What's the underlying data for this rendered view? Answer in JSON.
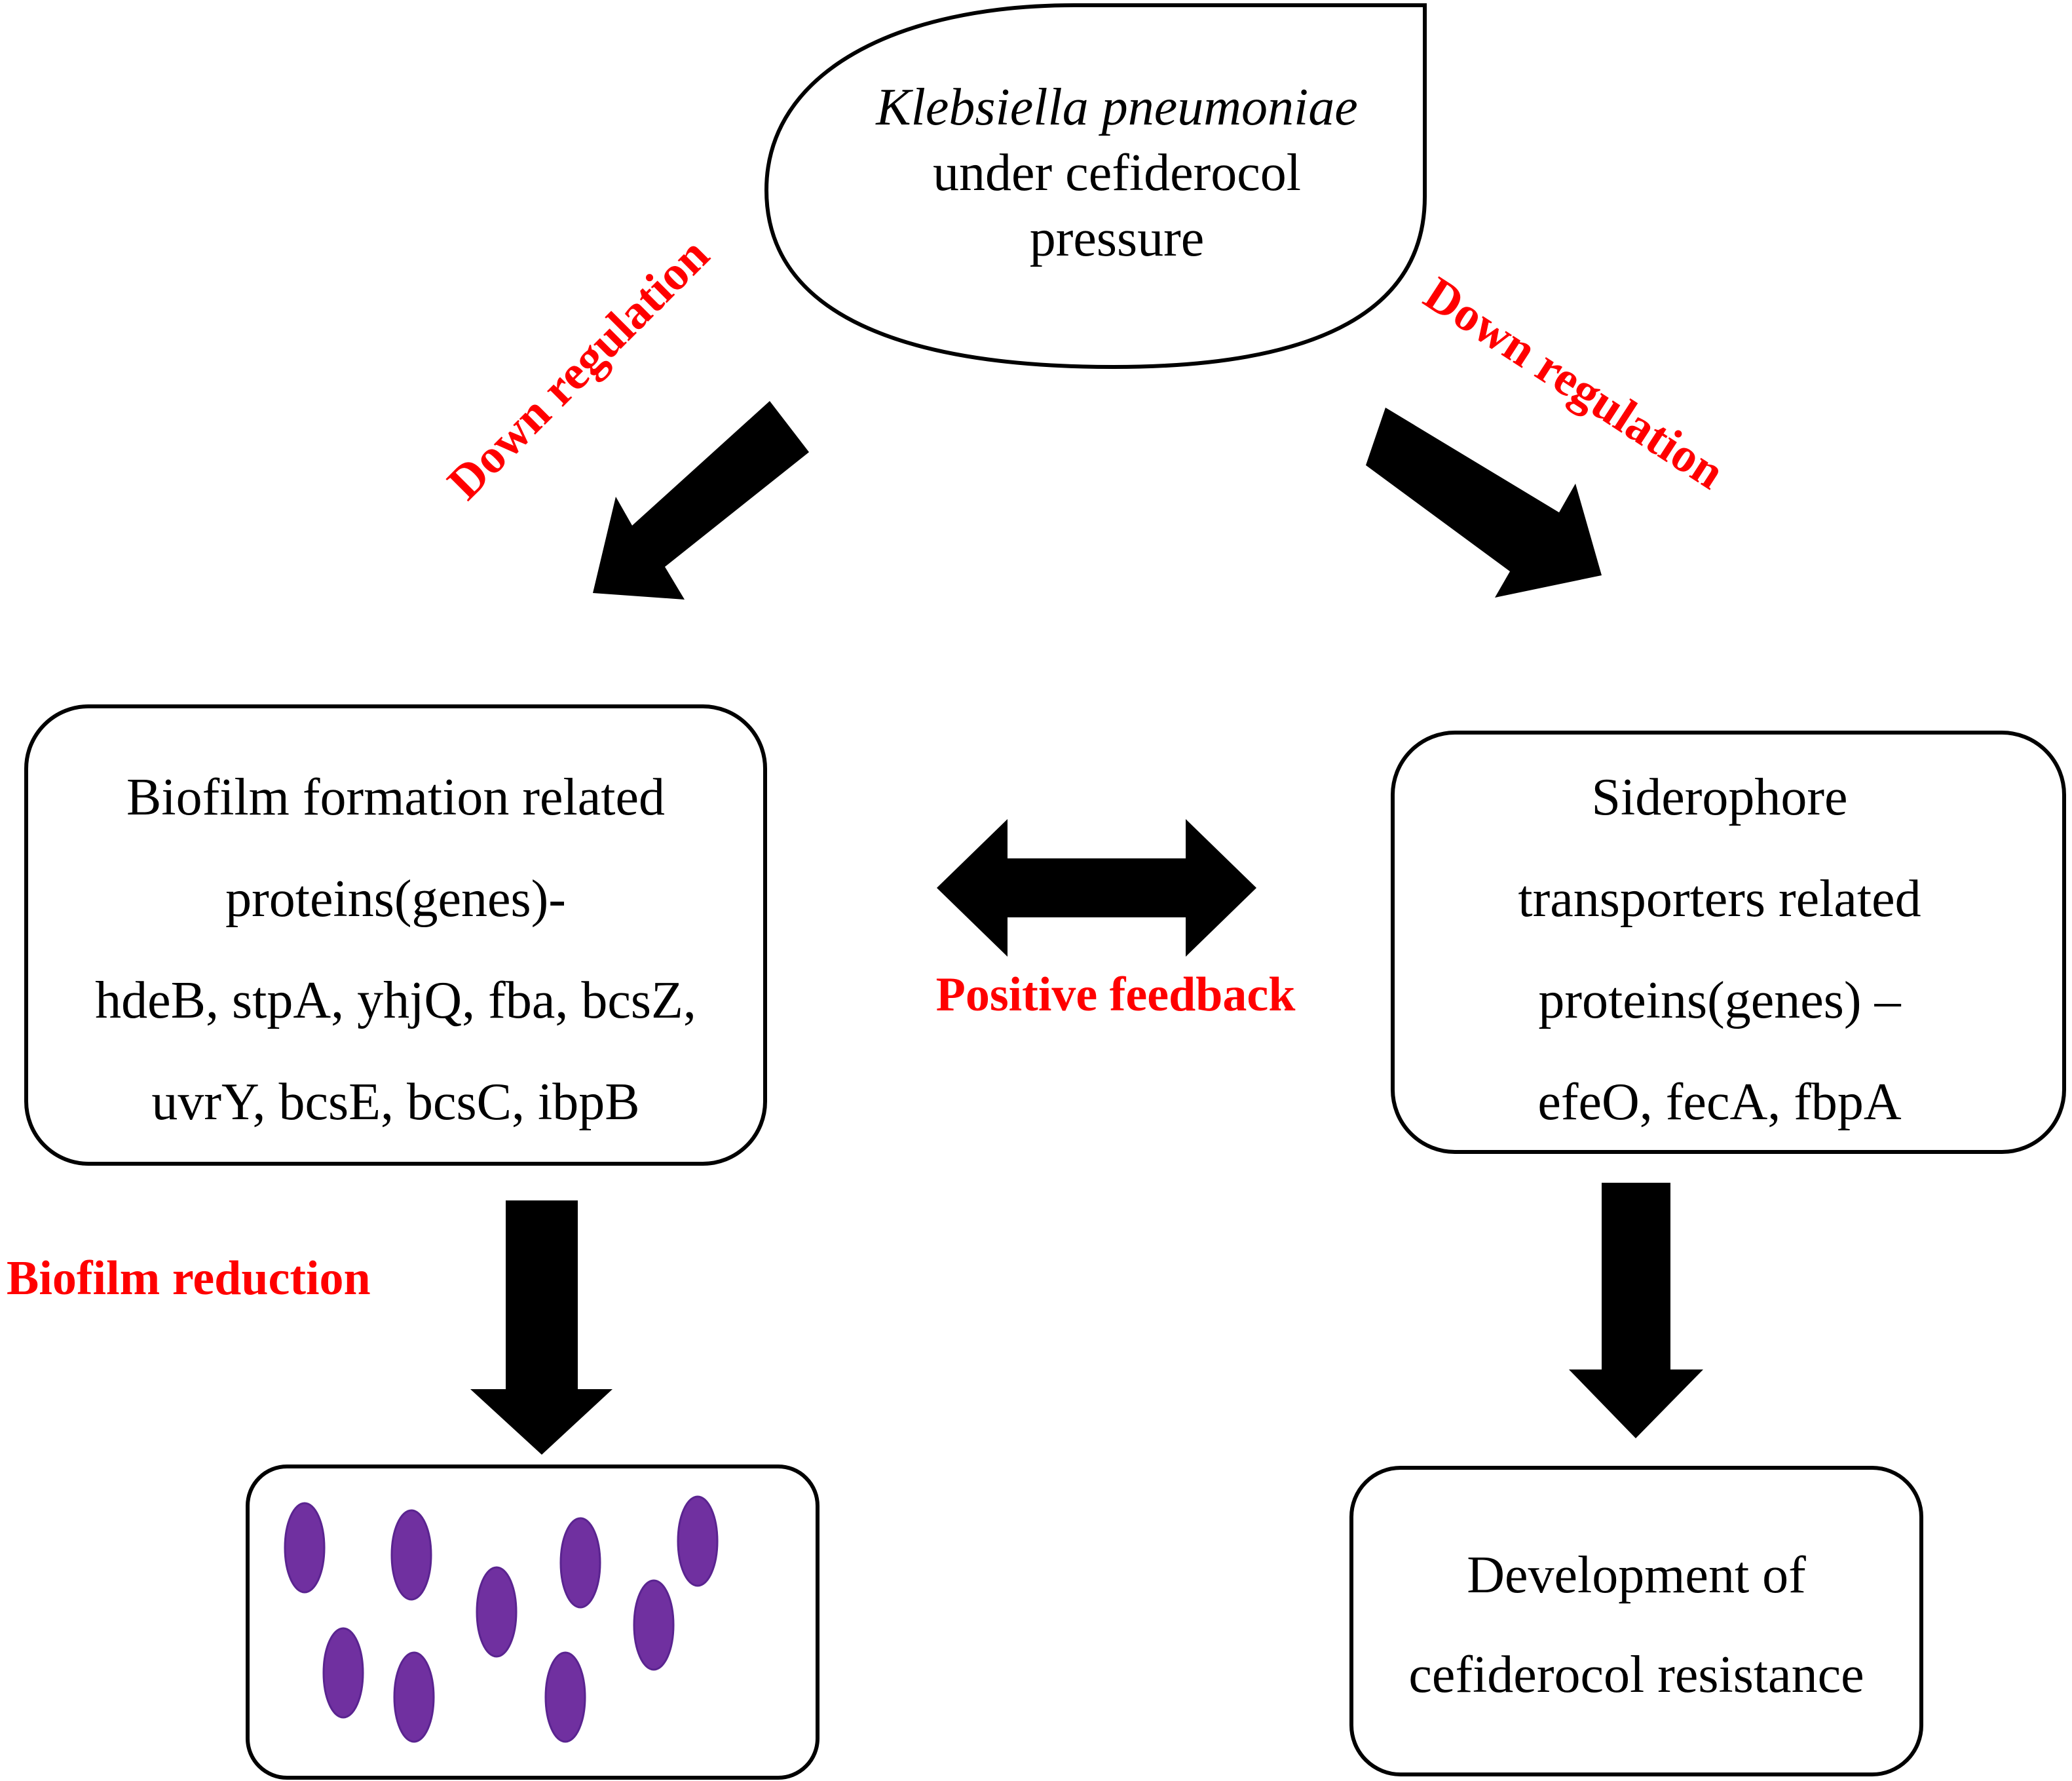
{
  "colors": {
    "label": "#ff0000",
    "arrow": "#000000",
    "cell": "#7030a0",
    "cell_stroke": "#5a2490"
  },
  "top_node": {
    "organism": "Klebsiella pneumoniae",
    "line2": "under cefiderocol",
    "line3": "pressure"
  },
  "labels": {
    "down_left": "Down regulation",
    "down_right": "Down regulation",
    "feedback": "Positive feedback",
    "biofilm_reduction": "Biofilm reduction"
  },
  "left_box": {
    "lines": [
      "Biofilm formation related",
      "proteins(genes)-",
      "hdeB, stpA, yhjQ, fba, bcsZ,",
      "uvrY, bcsE, bcsC, ibpB"
    ]
  },
  "right_box": {
    "lines": [
      "Siderophore",
      "transporters related",
      "proteins(genes) –",
      "efeO, fecA, fbpA"
    ]
  },
  "result_box": {
    "lines": [
      "Development of",
      "cefiderocol resistance"
    ]
  },
  "icons": {
    "bacteria_panel": "bacteria-cells-icon"
  }
}
